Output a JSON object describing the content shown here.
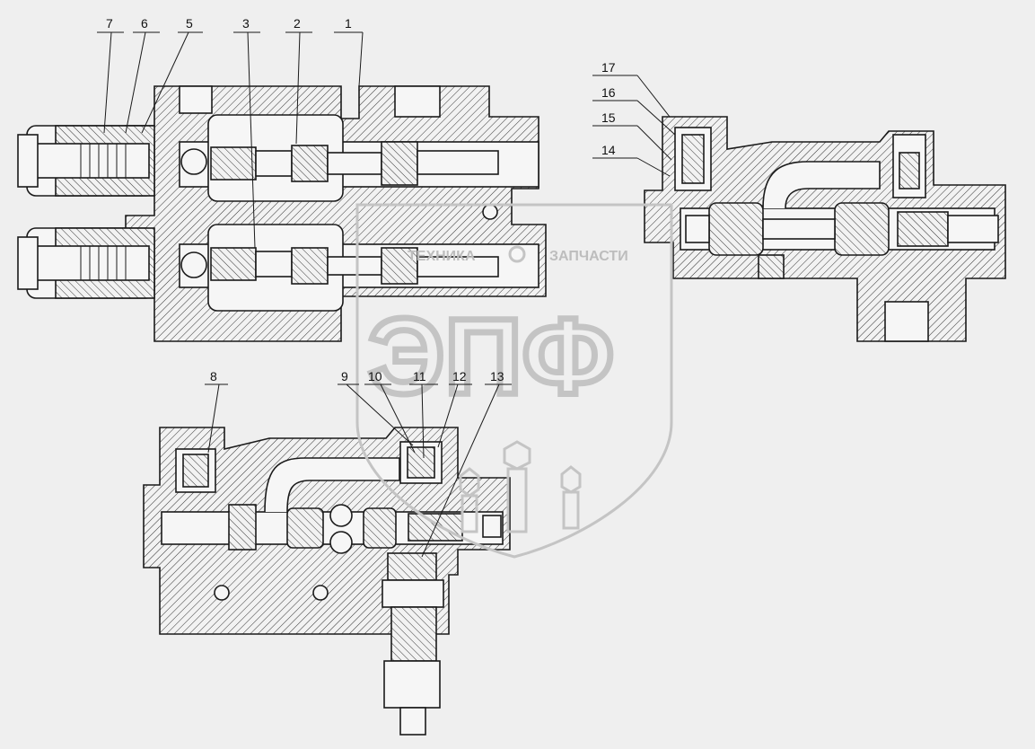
{
  "callouts_top": [
    "7",
    "6",
    "5",
    "3",
    "2",
    "1"
  ],
  "callouts_right": [
    "17",
    "16",
    "15",
    "14"
  ],
  "callouts_bottom": [
    "8",
    "9",
    "10",
    "11",
    "12",
    "13"
  ],
  "watermark": {
    "small_left": "ТЕХНИКА",
    "small_right": "ЗАПЧАСТИ",
    "big": "ЭПФ"
  },
  "colors": {
    "line": "#1a1a1a",
    "background": "#efefef",
    "watermark": "#c4c4c4"
  }
}
